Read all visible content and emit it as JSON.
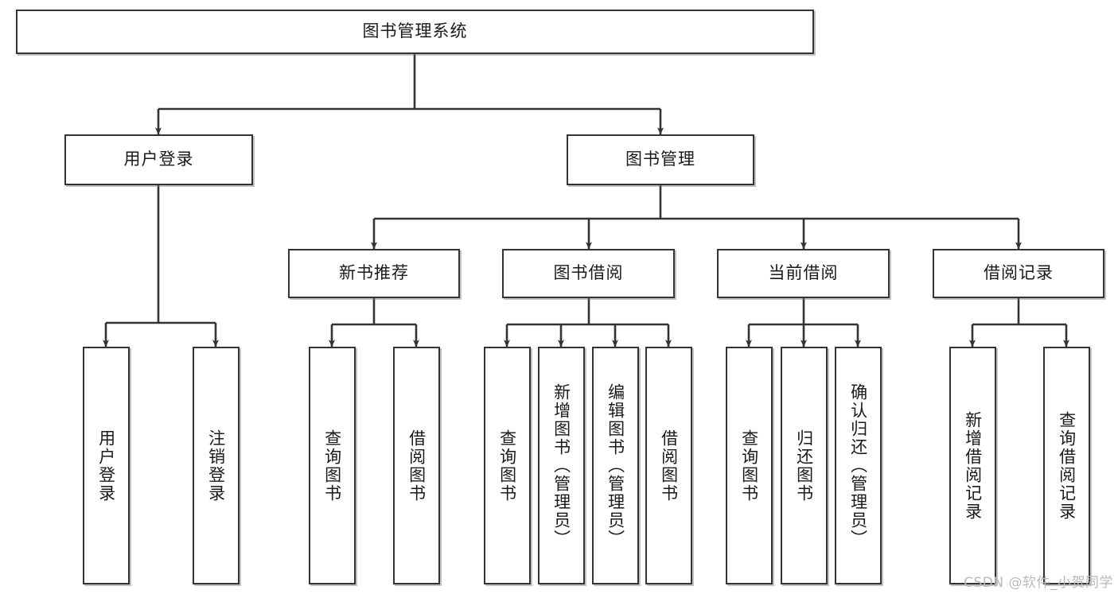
{
  "diagram": {
    "title": "图书管理系统",
    "root": {
      "label": "图书管理系统"
    },
    "level2": [
      {
        "label": "用户登录"
      },
      {
        "label": "图书管理"
      }
    ],
    "level3": [
      {
        "label": "新书推荐"
      },
      {
        "label": "图书借阅"
      },
      {
        "label": "当前借阅"
      },
      {
        "label": "借阅记录"
      }
    ],
    "leaves": {
      "user_login": [
        {
          "label": "用户登录"
        },
        {
          "label": "注销登录"
        }
      ],
      "new_book": [
        {
          "label": "查询图书"
        },
        {
          "label": "借阅图书"
        }
      ],
      "book_borrow": [
        {
          "label": "查询图书"
        },
        {
          "label": "新增图书（管理员）"
        },
        {
          "label": "编辑图书（管理员）"
        },
        {
          "label": "借阅图书"
        }
      ],
      "current_borrow": [
        {
          "label": "查询图书"
        },
        {
          "label": "归还图书"
        },
        {
          "label": "确认归还（管理员）"
        }
      ],
      "borrow_record": [
        {
          "label": "新增借阅记录"
        },
        {
          "label": "查询借阅记录"
        }
      ]
    }
  },
  "watermark": {
    "text": "CSDN @软件_小贺同学"
  },
  "colors": {
    "node_border": "#333333",
    "node_fill": "#ffffff",
    "edge": "#333333",
    "text": "#1a1a1a",
    "watermark": "#b9b9b9"
  }
}
